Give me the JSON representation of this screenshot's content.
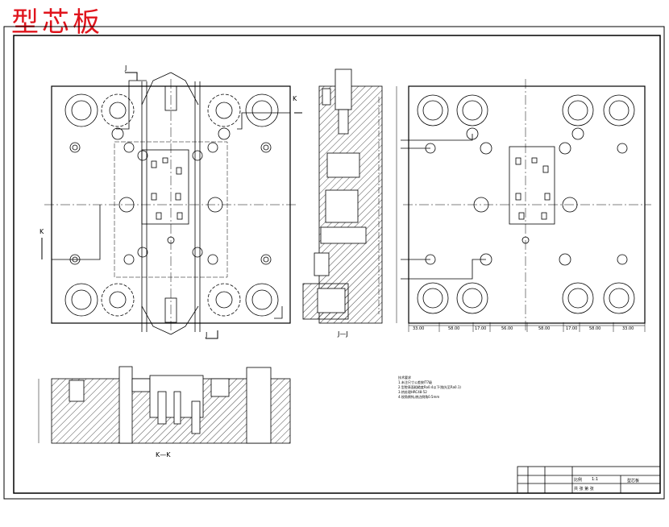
{
  "title": "型芯板",
  "section_labels": {
    "j_top": "J",
    "j_bottom": "J",
    "k_left": "K",
    "k_right": "K",
    "jj_view": "J—J",
    "kk_view": "K—K"
  },
  "notes": {
    "heading": "技术要求",
    "items": [
      "1.未注尺寸公差按IT7级",
      "2.型腔表面粗糙度Ra0.4以下(抛光至Ra0.1)",
      "3.热处理HRC48-52",
      "4.锐角倒钝,棱边倒角0.5mm"
    ]
  },
  "dimensions_bottom": [
    "33.00",
    "58.00",
    "17.00",
    "56.00",
    "58.00",
    "17.00",
    "58.00",
    "33.00"
  ],
  "title_block": {
    "scale_label": "比例",
    "scale_value": "1:1",
    "drawing_name": "型芯板",
    "sheet_label": "共 张 第 张"
  },
  "colors": {
    "title": "#e0141c",
    "line": "#000000"
  }
}
